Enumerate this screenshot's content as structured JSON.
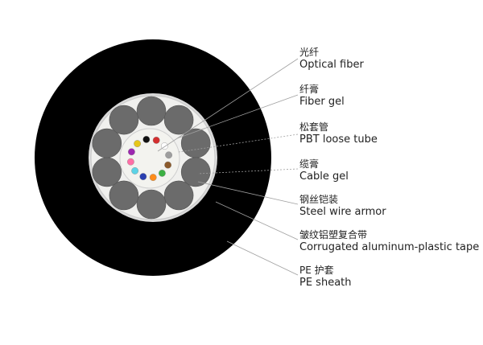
{
  "labels": [
    {
      "zh": "光纤",
      "en": "Optical fiber"
    },
    {
      "zh": "纤膏",
      "en": "Fiber gel"
    },
    {
      "zh": "松套管",
      "en": "PBT loose tube"
    },
    {
      "zh": "缆膏",
      "en": "Cable gel"
    },
    {
      "zh": "钢丝铠装",
      "en": "Steel wire armor"
    },
    {
      "zh": "皱纹铝塑复合带",
      "en": "Corrugated aluminum-plastic tape"
    },
    {
      "zh": "PE 护套",
      "en": "PE sheath"
    }
  ],
  "colors": {
    "sheath": "#000000",
    "tape": "#d9d9d9",
    "gel": "#f0f0ee",
    "wire": "#6b6b6b",
    "tube": "#f3f3ef",
    "leader": "#a0a0a0"
  },
  "fiber_colors": [
    "#2a3fb0",
    "#ff8c1a",
    "#3cb043",
    "#8b5a2b",
    "#9e9e9e",
    "#ffffff",
    "#d32f2f",
    "#111111",
    "#e6c619",
    "#9c27b0",
    "#ff6fa6",
    "#5cd3e6"
  ]
}
